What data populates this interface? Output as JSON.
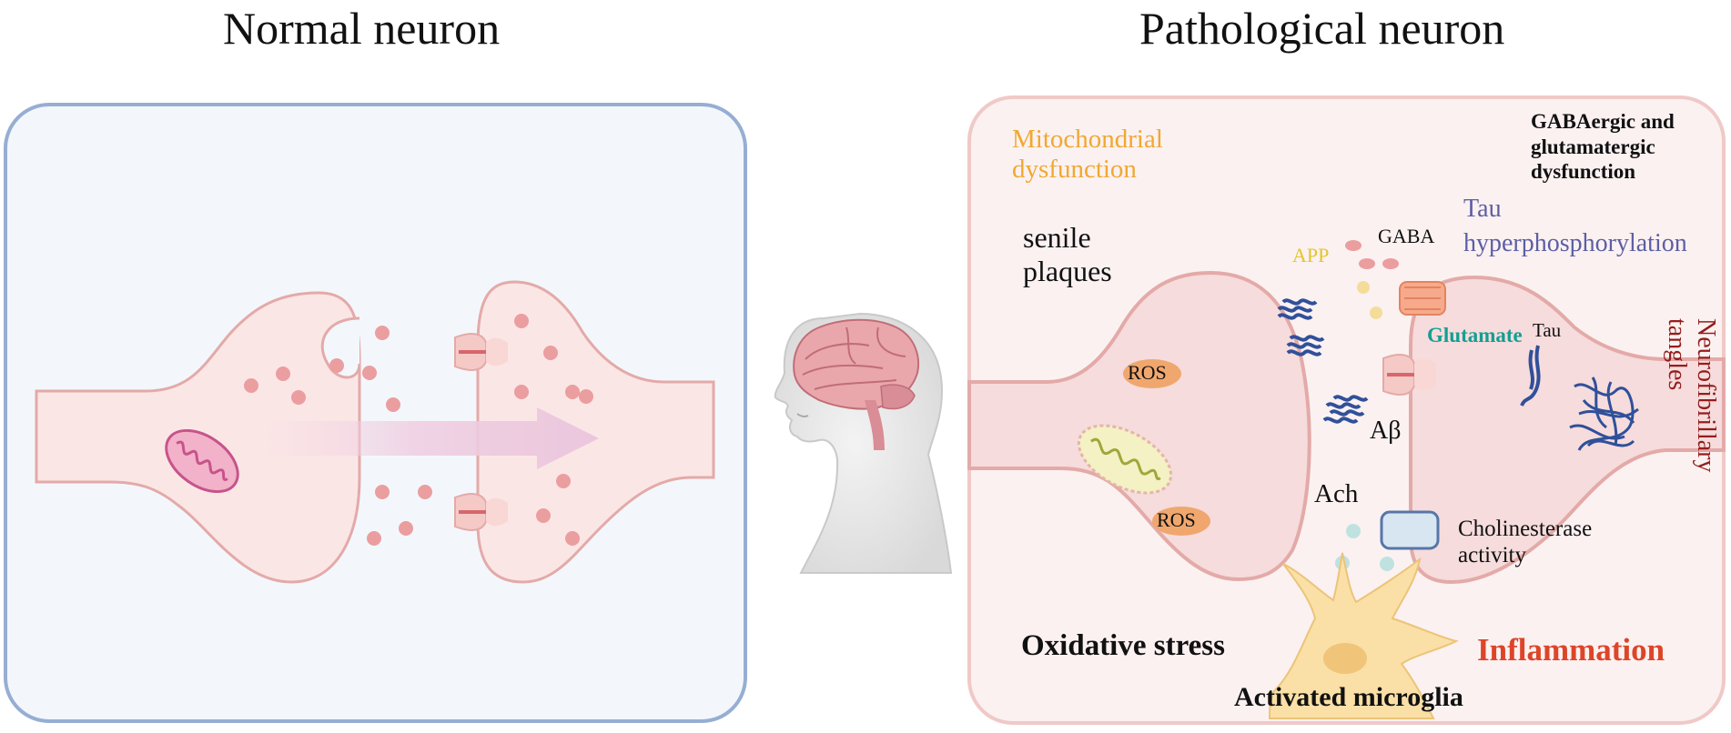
{
  "titles": {
    "normal": "Normal neuron",
    "pathological": "Pathological neuron"
  },
  "labels": {
    "mitochondrial": "Mitochondrial\ndysfunction",
    "gaba_glut": "GABAergic and\nglutamatergic\ndysfunction",
    "senile": "senile\nplaques",
    "tau_hyper": "Tau\nhyperphosphorylation",
    "app": "APP",
    "gaba": "GABA",
    "glutamate": "Glutamate",
    "tau": "Tau",
    "nft": "Neurofibrillary\ntangles",
    "ros1": "ROS",
    "ros2": "ROS",
    "abeta": "Aβ",
    "ach": "Ach",
    "cholinesterase": "Cholinesterase\nactivity",
    "oxidative": "Oxidative stress",
    "inflammation": "Inflammation",
    "microglia": "Activated microglia"
  },
  "colors": {
    "normal_panel_fill": "#f3f7fc",
    "normal_panel_border": "#97aed3",
    "path_panel_fill": "#fbf1f1",
    "path_panel_border": "#f0c9c7",
    "neuron_fill": "#fbe6e6",
    "neuron_stroke": "#e3aaa8",
    "vesicle": "#eb9e9f",
    "mitochondrial_text": "#f0a830",
    "tau_text": "#5c5fa3",
    "app_text": "#e2c62b",
    "glutamate_text": "#139f92",
    "nft_text": "#941d1d",
    "inflammation_text": "#dd4528",
    "ros_fill": "#f0a76e",
    "microglia_fill": "#fae0a6",
    "tau_fibril": "#30509a"
  },
  "icons": [
    "mitochondrion-icon",
    "receptor-icon",
    "head-brain-icon",
    "amyloid-fibril-icon",
    "tau-tangle-icon",
    "microglia-icon",
    "cholinesterase-enzyme-icon"
  ]
}
